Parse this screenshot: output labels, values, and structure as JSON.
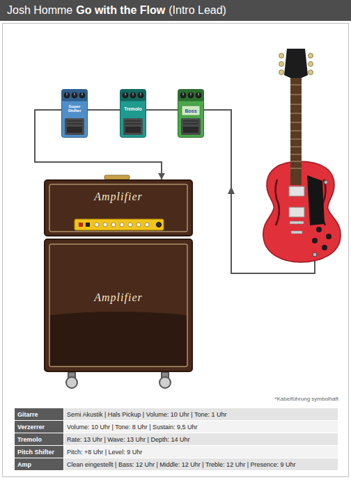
{
  "diagram": {
    "title": "Josh Homme",
    "nodes": [
      {
        "text": [
          "Super Shifter"
        ]
      },
      {
        "text": [
          "Tremolo"
        ]
      },
      {
        "text": [
          "Boss"
        ]
      },
      {
        "text": [
          "Amplifier"
        ]
      },
      {
        "text": [
          "Amplifier"
        ]
      }
    ],
    "edges": [
      {
        "from": 2,
        "to": 1,
        "arrow": "none"
      },
      {
        "from": 1,
        "to": 0,
        "arrow": "none"
      },
      {
        "from": 0,
        "to": 3,
        "arrow": "to"
      }
    ],
    "labels": [
      "Go with the Flow",
      "(Intro Lead)",
      "*Kabelführung symbolhaft",
      "Gitarre",
      "Semi Akustik | Hals Pickup | Volume: 10 Uhr | Tone: 1 Uhr",
      "Verzerrer",
      "Volume: 10 Uhr | Tone: 8 Uhr | Sustain: 9,5 Uhr",
      "Tremolo",
      "Rate: 13 Uhr | Wave: 13 Uhr | Depth: 14 Uhr",
      "Pitch Shifter",
      "Pitch: +8 Uhr | Level: 9 Uhr",
      "Amp",
      "Clean eingestellt | Bass: 12 Uhr | Middle: 12 Uhr | Treble: 12 Uhr | Presence: 9 Uhr"
    ]
  }
}
